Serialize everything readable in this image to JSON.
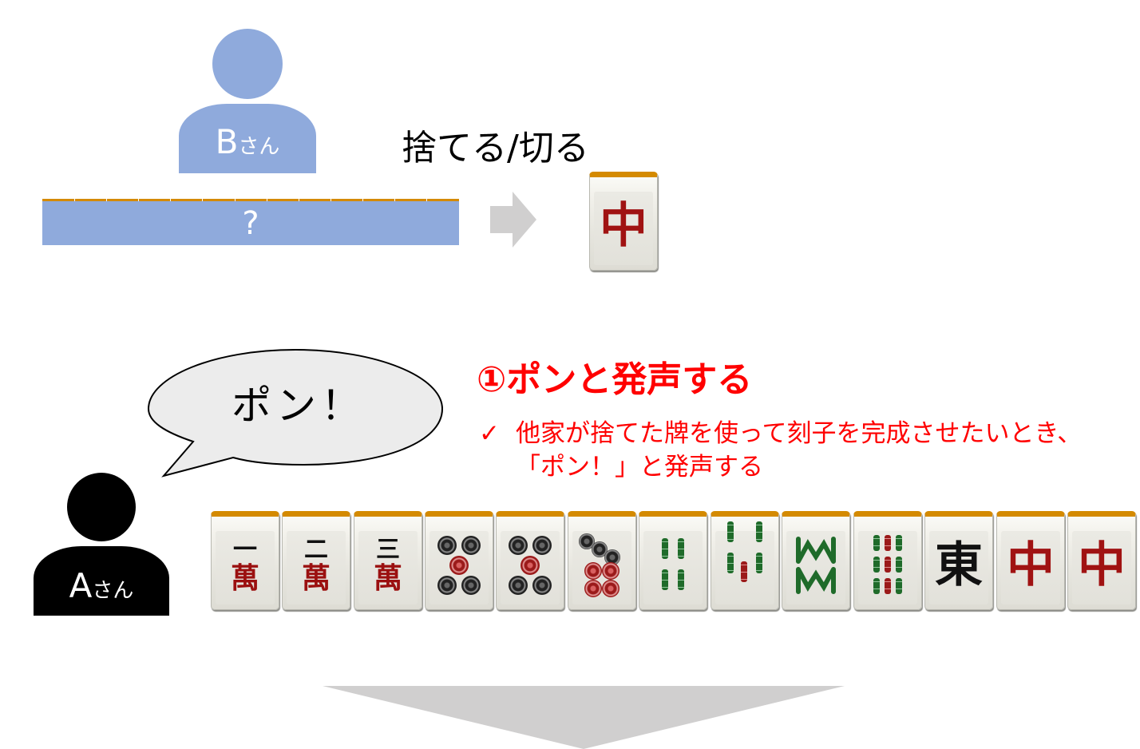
{
  "player_b": {
    "label_letter": "B",
    "label_suffix": "さん",
    "color": "#8faadc",
    "hidden_hand_mark": "?",
    "hidden_tile_count": 13
  },
  "discard": {
    "label": "捨てる/切る",
    "tile": {
      "suit": "honor",
      "name": "中",
      "color": "#a01212"
    }
  },
  "player_a": {
    "label_letter": "A",
    "label_suffix": "さん",
    "color": "#000000",
    "speech": "ポン！"
  },
  "step": {
    "title": "①ポンと発声する",
    "check_icon": "✓",
    "description_line1": "他家が捨てた牌を使って刻子を完成させたいとき、",
    "description_line2": "「ポン！」と発声する",
    "color": "#ff0000"
  },
  "hand": [
    {
      "id": "1m",
      "top": "一",
      "bottom": "萬"
    },
    {
      "id": "2m",
      "top": "二",
      "bottom": "萬"
    },
    {
      "id": "3m",
      "top": "三",
      "bottom": "萬"
    },
    {
      "id": "5p",
      "label": "5 pin"
    },
    {
      "id": "5p",
      "label": "5 pin"
    },
    {
      "id": "7p",
      "label": "7 pin"
    },
    {
      "id": "4s",
      "label": "4 sou"
    },
    {
      "id": "5s",
      "label": "5 sou"
    },
    {
      "id": "8s",
      "label": "8 sou"
    },
    {
      "id": "9s",
      "label": "9 sou"
    },
    {
      "id": "east",
      "top": "東"
    },
    {
      "id": "chun",
      "top": "中"
    },
    {
      "id": "chun",
      "top": "中"
    }
  ],
  "colors": {
    "tile_back_edge": "#d48a00",
    "arrow_gray": "#d0cfcf"
  }
}
